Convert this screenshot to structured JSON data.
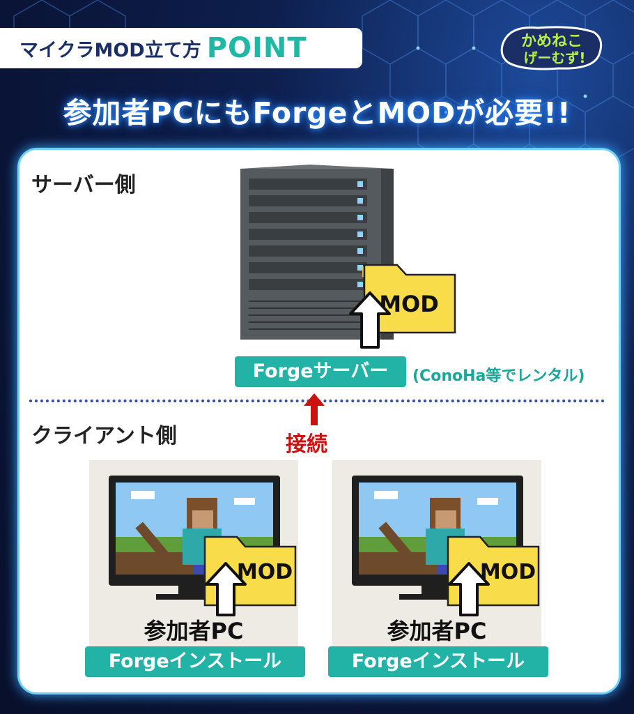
{
  "header": {
    "tag_prefix": "マイクラMOD立て方",
    "tag_highlight": "POINT",
    "logo_line1": "かめねこ",
    "logo_line2": "げーむず!"
  },
  "headline": "参加者PCにもForgeとMODが必要!!",
  "server_side": {
    "label": "サーバー側",
    "folder_label": "MOD",
    "tag": "Forgeサーバー",
    "note": "(ConoHa等でレンタル)"
  },
  "connection_label": "接続",
  "client_side": {
    "label": "クライアント側",
    "clients": [
      {
        "folder_label": "MOD",
        "pc_label": "参加者PC",
        "tag": "Forgeインストール"
      },
      {
        "folder_label": "MOD",
        "pc_label": "参加者PC",
        "tag": "Forgeインストール"
      }
    ]
  },
  "colors": {
    "accent_teal": "#22b3a6",
    "navy": "#1b2f66",
    "folder_yellow": "#f9dc4a",
    "connection_red": "#cc1111"
  }
}
